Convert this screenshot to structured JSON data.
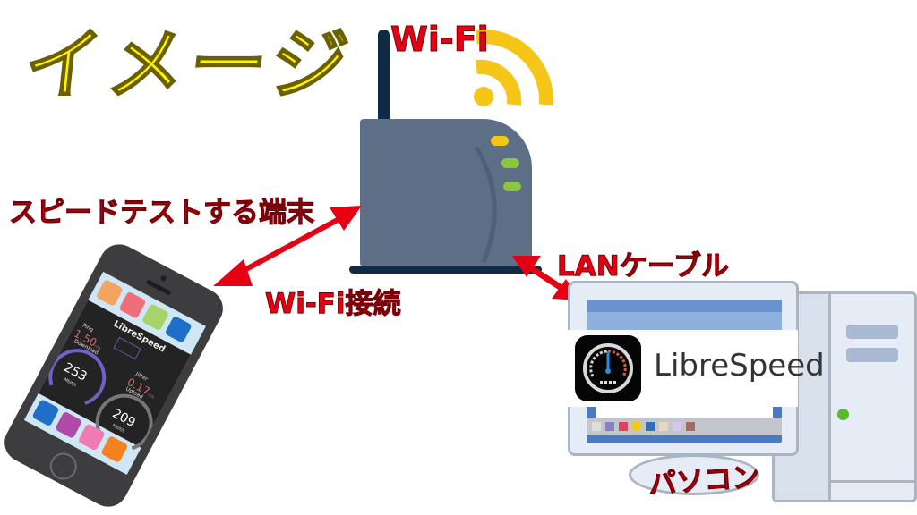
{
  "title": {
    "text": "イメージ",
    "color": "#fff200"
  },
  "router": {
    "label": "Wi-Fi",
    "body_color": "#5c6f86",
    "antenna_color": "#0f2a44",
    "led_colors": [
      "#f5c518",
      "#8cc63f",
      "#8cc63f"
    ],
    "wifi_signal_color": "#f5c518"
  },
  "labels": {
    "device": "スピードテストする端末",
    "wifi_connection": "Wi-Fi接続",
    "lan_cable": "LANケーブル",
    "pc": "パソコン"
  },
  "arrows": {
    "color": "#e60012",
    "phone_router": "bidirectional",
    "router_pc": "bidirectional"
  },
  "phone": {
    "app_name": "LibreSpeed",
    "ping_label": "Ping",
    "ping_value": "1.50",
    "ping_unit": "ms",
    "jitter_label": "Jitter",
    "jitter_value": "0.17",
    "jitter_unit": "ms",
    "download_label": "Download",
    "download_value": "253",
    "download_unit": "Mbit/s",
    "upload_label": "Upload",
    "upload_value": "209",
    "upload_unit": "Mbit/s",
    "top_icon_colors": [
      "#f4a460",
      "#f06e7a",
      "#a6d36a",
      "#1f6fc8"
    ],
    "bottom_icon_colors": [
      "#1f6fc8",
      "#b04aa8",
      "#f07ab4",
      "#f5821f"
    ]
  },
  "pc": {
    "logo_text": "LibreSpeed",
    "logo_icon": "speedometer-icon",
    "power_led_color": "#5cb82c",
    "dock_colors": [
      "#dddddd",
      "#8a7fc4",
      "#e0445a",
      "#f2c81a",
      "#2f6fb8",
      "#e8d6bd",
      "#d6c8ec",
      "#a46a60"
    ]
  }
}
